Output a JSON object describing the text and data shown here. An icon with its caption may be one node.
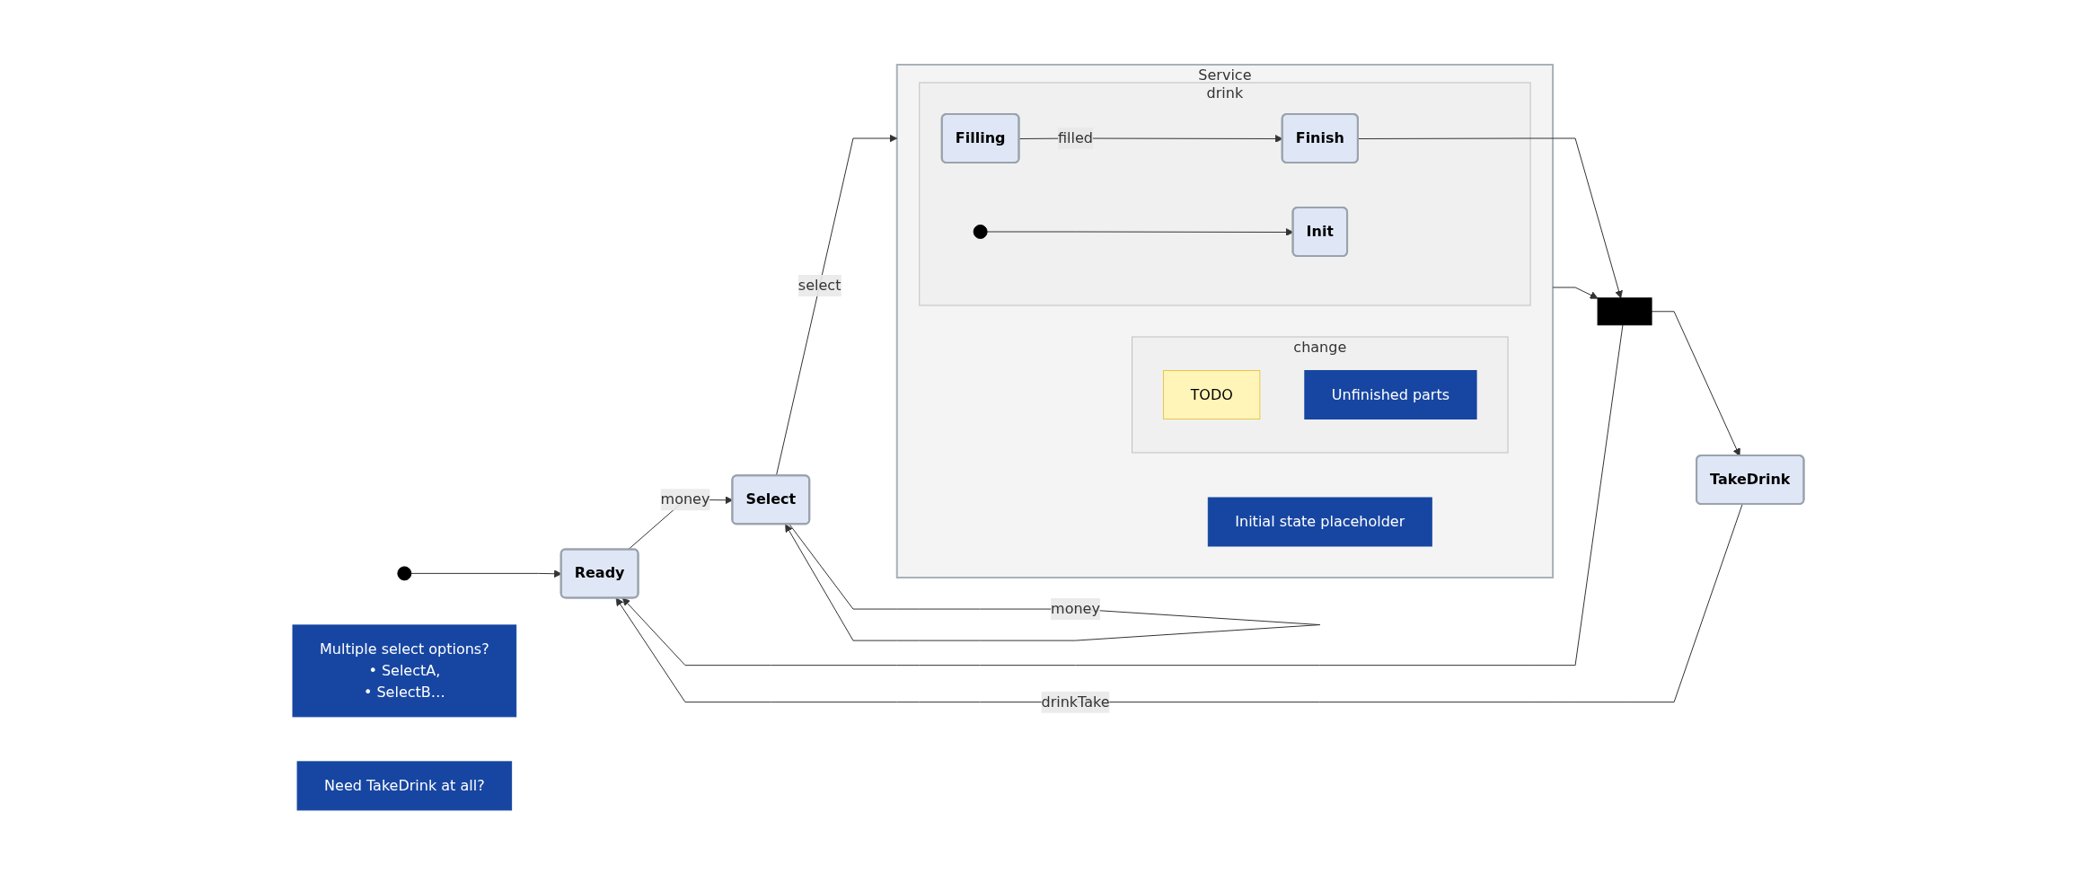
{
  "diagram": {
    "nodes": [
      {
        "text": [],
        "shape": "circle"
      },
      {
        "text": [
          "Ready"
        ]
      },
      {
        "text": [
          "Select"
        ]
      },
      {
        "text": [
          "Service"
        ]
      },
      {
        "text": [
          "change"
        ],
        "in": 3
      },
      {
        "text": [
          "TODO"
        ],
        "in": 4
      },
      {
        "text": [
          "Unfinished parts"
        ],
        "in": 4
      },
      {
        "text": [
          "drink"
        ],
        "in": 3
      },
      {
        "text": [
          "Initial state placeholder"
        ],
        "in": 3
      },
      {
        "text": [
          "Filling"
        ],
        "in": 7
      },
      {
        "text": [],
        "shape": "circle",
        "in": 7
      },
      {
        "text": [
          "Finish"
        ],
        "in": 7
      },
      {
        "text": [
          "Init"
        ],
        "in": 7
      },
      {
        "text": [
          "Multiple select options?",
          "• SelectA,",
          "• SelectB…"
        ]
      },
      {
        "text": [
          "Need TakeDrink at all?"
        ]
      },
      {
        "text": [
          "TakeDrink"
        ]
      },
      {
        "text": [],
        "shape": "bar"
      }
    ],
    "edges": [
      {
        "from": 0,
        "to": 1,
        "arrow": "to"
      },
      {
        "from": 2,
        "to": 2,
        "arrow": "to",
        "label": "money"
      },
      {
        "from": 1,
        "to": 2,
        "arrow": "to",
        "label": "money"
      },
      {
        "from": 2,
        "to": 3,
        "arrow": "to",
        "label": "select"
      },
      {
        "from": 9,
        "to": 11,
        "arrow": "to",
        "label": "filled"
      },
      {
        "from": 10,
        "to": 12,
        "arrow": "to"
      },
      {
        "from": 15,
        "to": 1,
        "arrow": "to",
        "label": "drinkTake"
      },
      {
        "from": 16,
        "to": 1,
        "arrow": "to"
      },
      {
        "from": 3,
        "to": 16,
        "arrow": "to"
      },
      {
        "from": 11,
        "to": 16,
        "arrow": "to"
      },
      {
        "from": 16,
        "to": 15,
        "arrow": "to"
      }
    ]
  }
}
